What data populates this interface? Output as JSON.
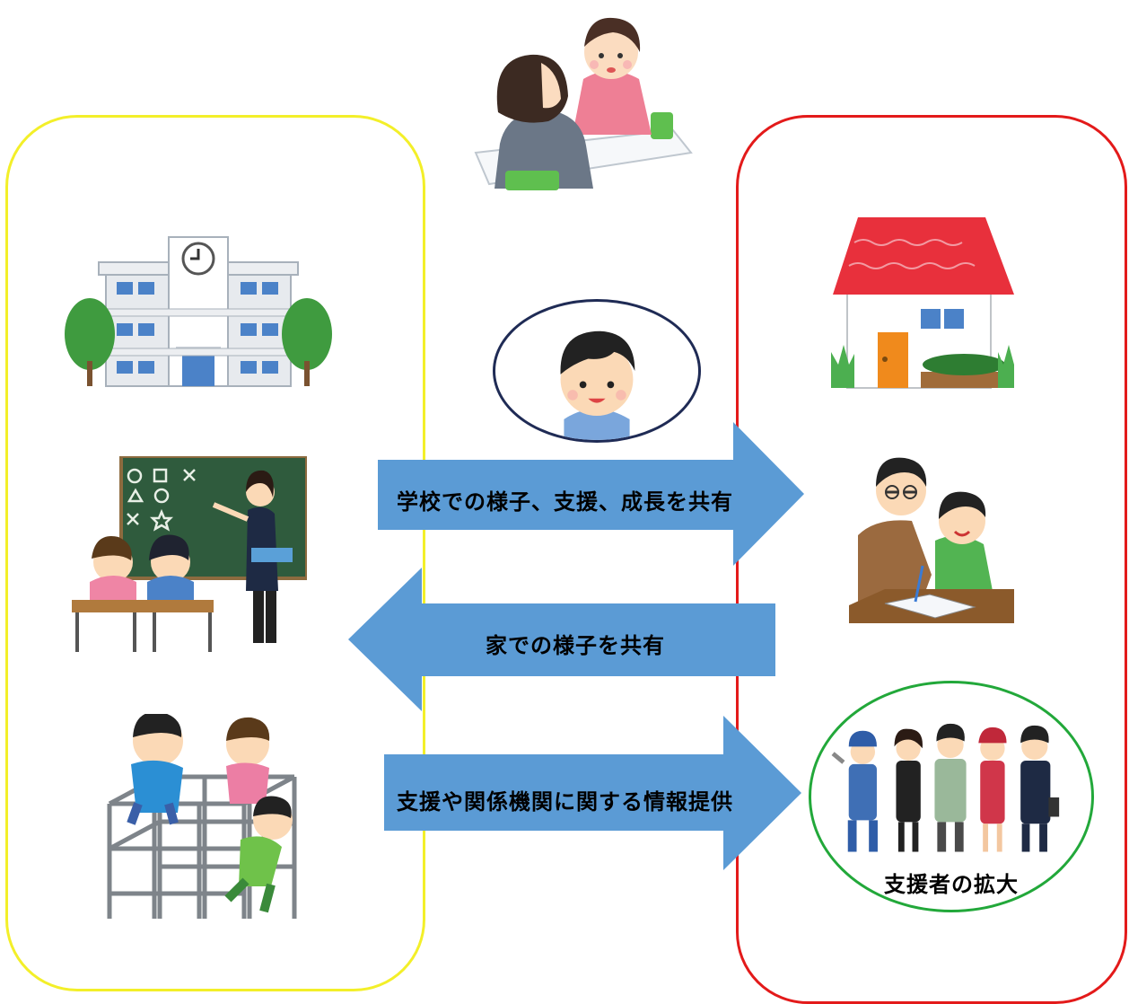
{
  "diagram": {
    "arrows": {
      "school_to_home": "学校での様子、支援、成長を共有",
      "home_to_school": "家での様子を共有",
      "info_to_supporters": "支援や関係機関に関する情報提供"
    },
    "supporters_label": "支援者の拡大",
    "colors": {
      "arrow": "#5b9bd5",
      "school_panel_border": "#f3ef29",
      "home_panel_border": "#e31a1a",
      "supporters_circle_border": "#22a83a",
      "child_oval_border": "#1f2b55",
      "top_banner_border": "#f5a623"
    },
    "icons": [
      "consultation-icon",
      "school-building-icon",
      "classroom-icon",
      "jungle-gym-icon",
      "child-icon",
      "house-icon",
      "parent-child-study-icon",
      "supporters-group-icon"
    ]
  }
}
